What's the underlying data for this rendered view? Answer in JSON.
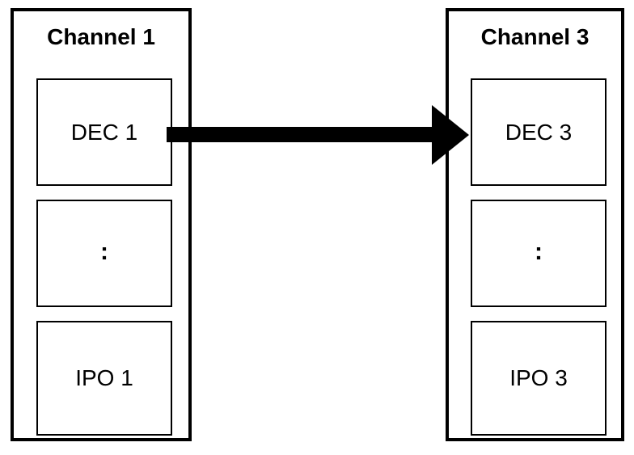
{
  "diagram": {
    "type": "block-diagram",
    "background_color": "#ffffff",
    "line_color": "#000000",
    "panels": [
      {
        "id": "channel-1",
        "title": "Channel 1",
        "units": [
          {
            "id": "dec-1",
            "label": "DEC 1"
          },
          {
            "id": "ellipsis-1",
            "label": ":"
          },
          {
            "id": "ipo-1",
            "label": "IPO 1"
          }
        ]
      },
      {
        "id": "channel-3",
        "title": "Channel 3",
        "units": [
          {
            "id": "dec-3",
            "label": "DEC 3"
          },
          {
            "id": "ellipsis-3",
            "label": ":"
          },
          {
            "id": "ipo-3",
            "label": "IPO 3"
          }
        ]
      }
    ],
    "connections": [
      {
        "id": "dec1-to-dec3",
        "from": "dec-1",
        "to": "dec-3",
        "style": "thick-solid-arrow",
        "color": "#000000",
        "label": ""
      }
    ]
  }
}
